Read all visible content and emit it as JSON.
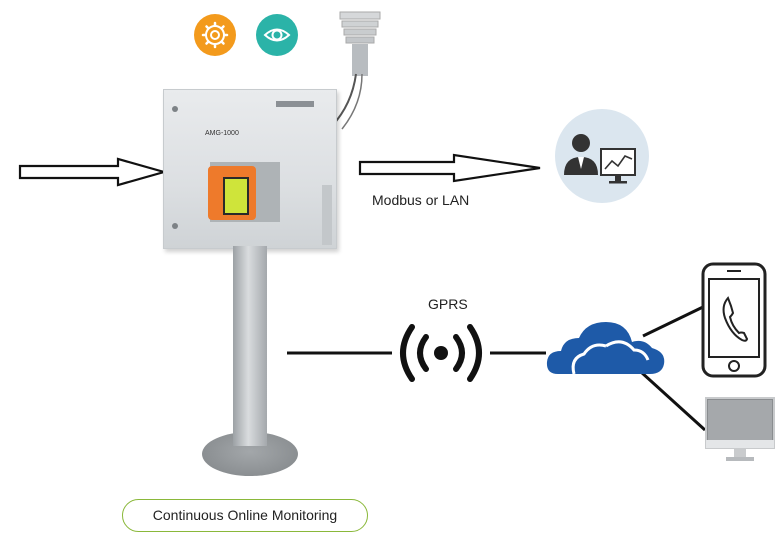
{
  "device": {
    "model_label": "AMG-1000"
  },
  "links": {
    "local_label": "Modbus or LAN",
    "wireless_label": "GPRS"
  },
  "footer": {
    "label": "Continuous Online Monitoring"
  },
  "icons": {
    "settings": "gear-icon",
    "view": "eye-icon",
    "client": "user-with-monitor-icon",
    "wireless": "wireless-signal-icon",
    "cloud": "cloud-icon",
    "phone": "smartphone-icon",
    "desktop": "desktop-monitor-icon"
  },
  "colors": {
    "gear_badge": "#f39a1c",
    "eye_badge": "#2bb3a8",
    "cloud": "#1e5aa8",
    "label_border": "#8ab83a",
    "device_panel": "#ee7a2b",
    "device_screen": "#cfe43a"
  }
}
